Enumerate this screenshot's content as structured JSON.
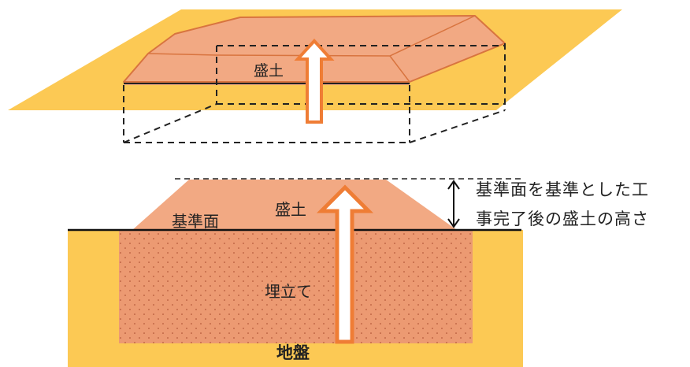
{
  "top_view": {
    "embankment_label": "盛土"
  },
  "section_view": {
    "embankment_label": "盛土",
    "datum_label": "基準面",
    "landfill_label": "埋立て",
    "ground_label": "地盤",
    "height_note_line1": "基準面を基準とした工",
    "height_note_line2": "事完了後の盛土の高さ"
  },
  "colors": {
    "ground_yellow": "#fcc954",
    "embankment_fill": "#f2a983",
    "embankment_stroke": "#d8743f",
    "arrow_orange": "#ef7d35",
    "landfill_fill": "#ec9a72",
    "dashed_line": "#222222"
  }
}
